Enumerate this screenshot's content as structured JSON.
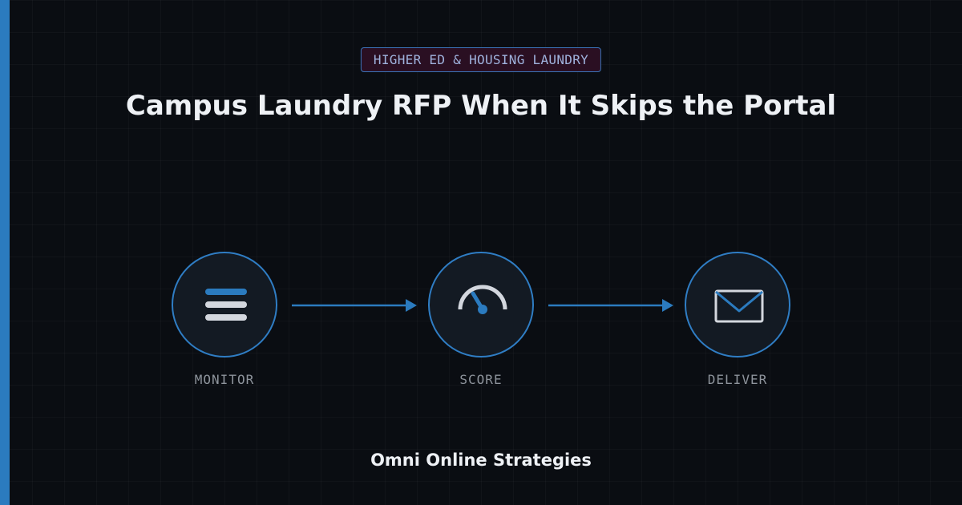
{
  "tag": "HIGHER ED & HOUSING LAUNDRY",
  "title": "Campus Laundry RFP When It Skips the Portal",
  "steps": [
    {
      "label": "MONITOR",
      "icon": "list-icon"
    },
    {
      "label": "SCORE",
      "icon": "gauge-icon"
    },
    {
      "label": "DELIVER",
      "icon": "envelope-icon"
    }
  ],
  "brand": "Omni Online Strategies",
  "colors": {
    "background": "#0a0d12",
    "accent": "#2b7bbf",
    "circle_border": "#2f7dc4",
    "icon_light": "#d3d7de",
    "tag_background": "#2a0f22",
    "text": "#eef1f5",
    "muted": "#8e949c"
  }
}
